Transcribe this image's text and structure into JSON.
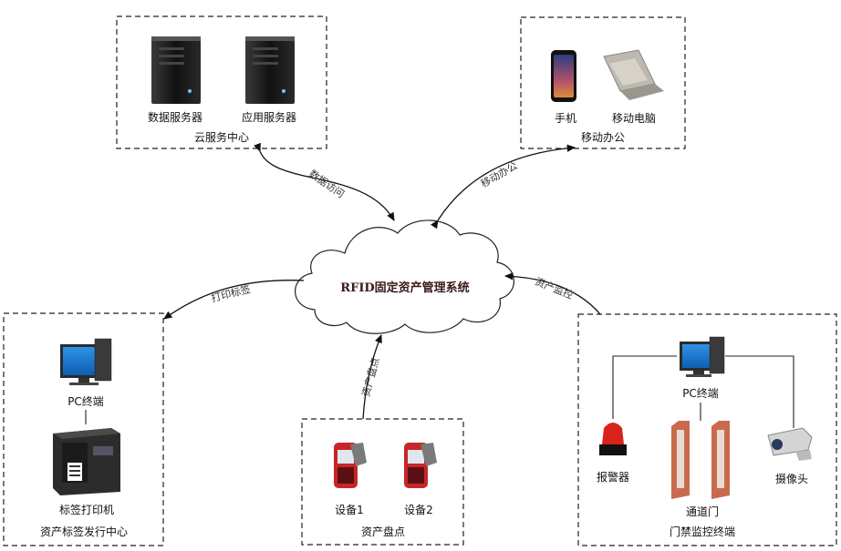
{
  "cloud": {
    "title": "RFID固定资产管理系统"
  },
  "cloud_center": {
    "title": "云服务中心",
    "items": [
      "数据服务器",
      "应用服务器"
    ]
  },
  "mobile_office": {
    "title": "移动办公",
    "items": [
      "手机",
      "移动电脑"
    ]
  },
  "label_center": {
    "title": "资产标签发行中心",
    "pc": "PC终端",
    "printer": "标签打印机"
  },
  "inventory": {
    "title": "资产盘点",
    "items": [
      "设备1",
      "设备2"
    ]
  },
  "access_control": {
    "title": "门禁监控终端",
    "pc": "PC终端",
    "alarm": "报警器",
    "gate": "通道门",
    "camera": "摄像头"
  },
  "flows": {
    "data_access": "数据访问",
    "mobile": "移动办公",
    "print_label": "打印标签",
    "inventory": "资产盘点",
    "monitor": "资产监控"
  },
  "colors": {
    "server": "#1c1c1c",
    "laptop": "#c9c5bc",
    "phone_screen": "#e08a3a",
    "monitor_screen": "#1e7fd6",
    "handheld": "#c8252b",
    "gate": "#c96a4e",
    "alarm": "#d8231b"
  }
}
